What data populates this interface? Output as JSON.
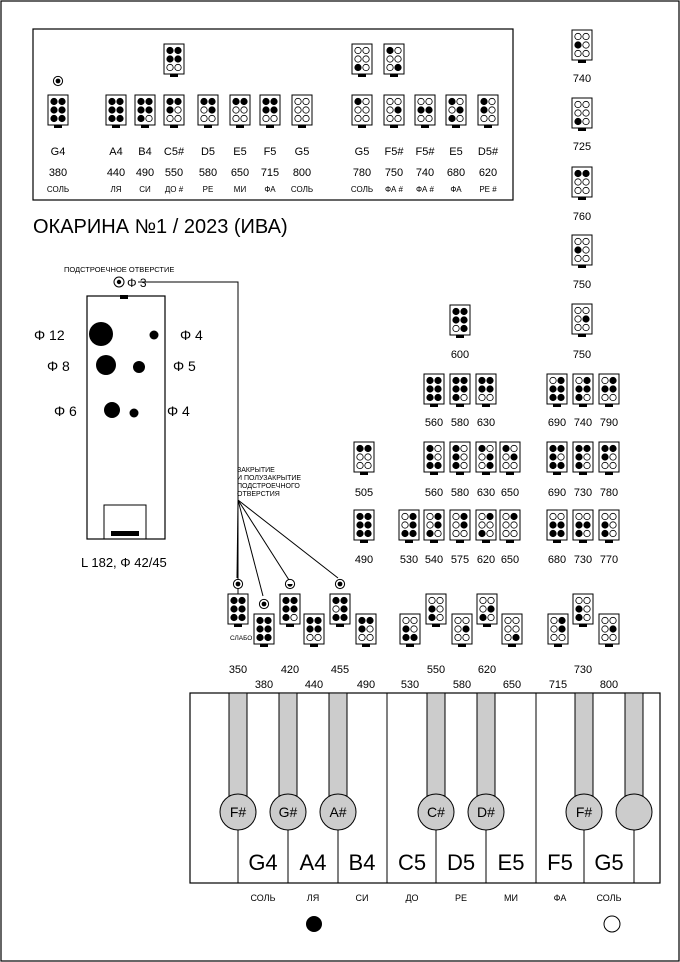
{
  "title": "ОКАРИНА №1 / 2023  (ИВА)",
  "colors": {
    "ink": "#000000",
    "paper": "#ffffff",
    "key_gray": "#cccccc"
  },
  "instrument": {
    "hole_label": "ПОДСТРОЕЧНОЕ ОТВЕРСТИЕ",
    "hole_size": "Φ 3",
    "holes_left": [
      "Φ 12",
      "Φ 8",
      "Φ 6"
    ],
    "holes_right": [
      "Φ 4",
      "Φ 5",
      "Φ 4"
    ],
    "dimensions": "L 182, Φ 42/45",
    "closing_note": [
      "ЗАКРЫТИЕ",
      "И ПОЛУЗАКРЫТИЕ",
      "ПОДСТРОЕЧНОГО",
      "ОТВЕРСТИЯ"
    ],
    "weak_label": "СЛАБО"
  },
  "top_chart": [
    {
      "note": "G4",
      "hz": "380",
      "name": "СОЛЬ",
      "f": "000000",
      "mark": "full"
    },
    {
      "note": "A4",
      "hz": "440",
      "name": "ЛЯ",
      "f": "000000"
    },
    {
      "note": "B4",
      "hz": "490",
      "name": "СИ",
      "f": "000001"
    },
    {
      "note": "C5#",
      "hz": "550",
      "name": "ДО #",
      "f": "000111",
      "top": "000011"
    },
    {
      "note": "D5",
      "hz": "580",
      "name": "РЕ",
      "f": "001011"
    },
    {
      "note": "E5",
      "hz": "650",
      "name": "МИ",
      "f": "001111"
    },
    {
      "note": "F5",
      "hz": "715",
      "name": "ФА",
      "f": "000011"
    },
    {
      "note": "G5",
      "hz": "800",
      "name": "СОЛЬ",
      "f": "111111"
    },
    {
      "note": "G5",
      "hz": "780",
      "name": "СОЛЬ",
      "f": "011111",
      "top": "111101"
    },
    {
      "note": "F5#",
      "hz": "750",
      "name": "ФА #",
      "f": "111011",
      "top": "011110"
    },
    {
      "note": "F5#",
      "hz": "740",
      "name": "ФА #",
      "f": "110011"
    },
    {
      "note": "E5",
      "hz": "680",
      "name": "ФА",
      "f": "011001"
    },
    {
      "note": "D5#",
      "hz": "620",
      "name": "РЕ #",
      "f": "010111"
    }
  ],
  "right_column": [
    {
      "hz": "740",
      "f": "110111"
    },
    {
      "hz": "725",
      "f": "111101"
    },
    {
      "hz": "760",
      "f": "001111"
    },
    {
      "hz": "750",
      "f": "110111"
    },
    {
      "hz": "750",
      "f": "111011"
    }
  ],
  "grid_600": {
    "hz": "600",
    "f": "000010"
  },
  "row_560": [
    {
      "hz": "560",
      "f": "000000"
    },
    {
      "hz": "580",
      "f": "000001"
    },
    {
      "hz": "630",
      "f": "000011"
    }
  ],
  "row_690": [
    {
      "hz": "690",
      "f": "100000"
    },
    {
      "hz": "740",
      "f": "100001"
    },
    {
      "hz": "790",
      "f": "100011"
    }
  ],
  "grid_505": {
    "hz": "505",
    "f": "001111"
  },
  "row_560b": [
    {
      "hz": "560",
      "f": "010100"
    },
    {
      "hz": "580",
      "f": "010101"
    },
    {
      "hz": "630",
      "f": "011010"
    },
    {
      "hz": "650",
      "f": "011011"
    }
  ],
  "row_690b": [
    {
      "hz": "690",
      "f": "000100"
    },
    {
      "hz": "730",
      "f": "000101"
    },
    {
      "hz": "780",
      "f": "000111"
    }
  ],
  "grid_490": {
    "hz": "490",
    "f": "000000"
  },
  "row_530": [
    {
      "hz": "530",
      "f": "101000"
    },
    {
      "hz": "540",
      "f": "101001"
    },
    {
      "hz": "575",
      "f": "101011"
    },
    {
      "hz": "620",
      "f": "101101"
    },
    {
      "hz": "650",
      "f": "101111"
    }
  ],
  "row_680": [
    {
      "hz": "680",
      "f": "110000"
    },
    {
      "hz": "730",
      "f": "110001"
    },
    {
      "hz": "770",
      "f": "110101"
    }
  ],
  "stagger_top": [
    "350",
    "420",
    "455",
    "550",
    "620",
    "730"
  ],
  "stagger_bottom": [
    "380",
    "440",
    "490",
    "530",
    "580",
    "650",
    "715",
    "800"
  ],
  "white_keys": [
    {
      "note": "G4",
      "name": "СОЛЬ"
    },
    {
      "note": "A4",
      "name": "ЛЯ"
    },
    {
      "note": "B4",
      "name": "СИ"
    },
    {
      "note": "C5",
      "name": "ДО"
    },
    {
      "note": "D5",
      "name": "РЕ"
    },
    {
      "note": "E5",
      "name": "МИ"
    },
    {
      "note": "F5",
      "name": "ФА"
    },
    {
      "note": "G5",
      "name": "СОЛЬ"
    }
  ],
  "black_keys": [
    "F#",
    "G#",
    "A#",
    "C#",
    "D#",
    "F#",
    ""
  ]
}
